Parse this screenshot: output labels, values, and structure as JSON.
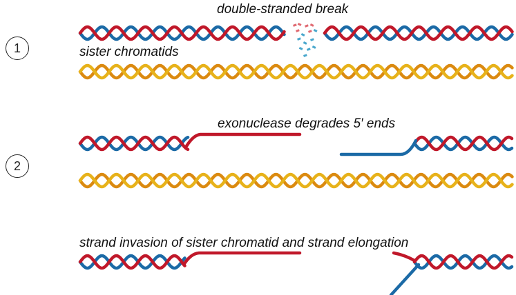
{
  "steps": [
    {
      "number": "1"
    },
    {
      "number": "2"
    }
  ],
  "labels": {
    "break": "double-stranded break",
    "sister": "sister chromatids",
    "exonuclease": "exonuclease degrades 5′ ends",
    "invasion": "strand invasion of sister chromatid and strand elongation"
  },
  "colors": {
    "strand_red": "#c0182a",
    "strand_blue": "#1b6aa6",
    "strand_yellow": "#e7b21a",
    "strand_orange": "#db8a10",
    "fragment_red": "#e06a72",
    "fragment_blue": "#48a7cc"
  }
}
